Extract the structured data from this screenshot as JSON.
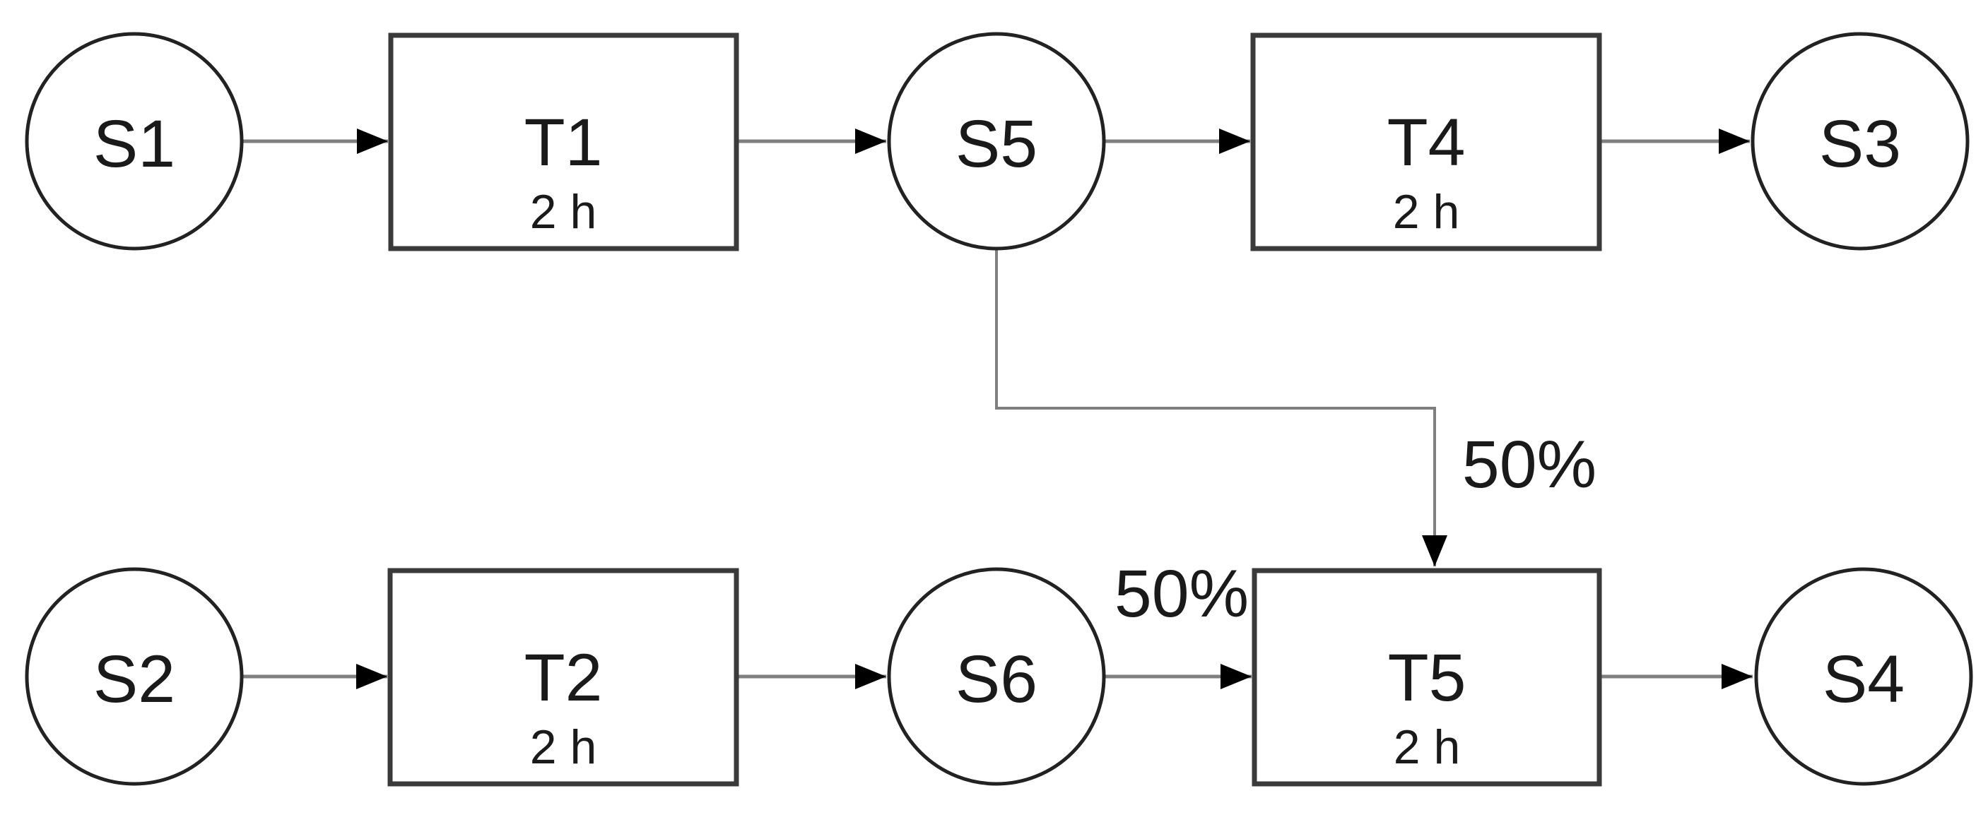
{
  "colors": {
    "background": "#ffffff",
    "node_stroke": "#222222",
    "box_stroke": "#3a3a3a",
    "edge_line": "#7f7f7f",
    "arrow_head": "#000000",
    "label_text": "#1a1a1a"
  },
  "diagram": {
    "type": "process-flow-network",
    "places": [
      {
        "id": "S1",
        "label": "S1"
      },
      {
        "id": "S2",
        "label": "S2"
      },
      {
        "id": "S3",
        "label": "S3"
      },
      {
        "id": "S4",
        "label": "S4"
      },
      {
        "id": "S5",
        "label": "S5"
      },
      {
        "id": "S6",
        "label": "S6"
      }
    ],
    "transitions": [
      {
        "id": "T1",
        "label": "T1",
        "duration": "2 h"
      },
      {
        "id": "T2",
        "label": "T2",
        "duration": "2 h"
      },
      {
        "id": "T4",
        "label": "T4",
        "duration": "2 h"
      },
      {
        "id": "T5",
        "label": "T5",
        "duration": "2 h"
      }
    ],
    "edges": [
      {
        "from": "S1",
        "to": "T1"
      },
      {
        "from": "T1",
        "to": "S5"
      },
      {
        "from": "S5",
        "to": "T4"
      },
      {
        "from": "T4",
        "to": "S3"
      },
      {
        "from": "S2",
        "to": "T2"
      },
      {
        "from": "T2",
        "to": "S6"
      },
      {
        "from": "S6",
        "to": "T5",
        "label": "50%"
      },
      {
        "from": "S5",
        "to": "T5",
        "label": "50%"
      },
      {
        "from": "T5",
        "to": "S4"
      }
    ]
  }
}
